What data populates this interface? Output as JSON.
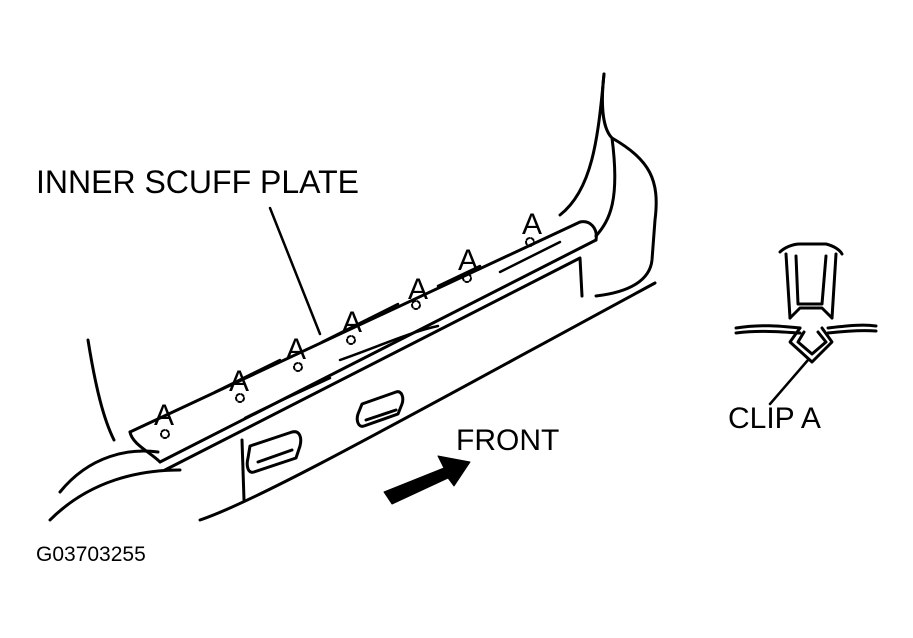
{
  "labels": {
    "inner_scuff_plate": "INNER SCUFF PLATE",
    "front": "FRONT",
    "clip_a": "CLIP A",
    "figure_code": "G03703255"
  },
  "clip_markers": [
    "A",
    "A",
    "A",
    "A",
    "A",
    "A",
    "A"
  ],
  "colors": {
    "line": "#000000",
    "background": "#ffffff"
  }
}
